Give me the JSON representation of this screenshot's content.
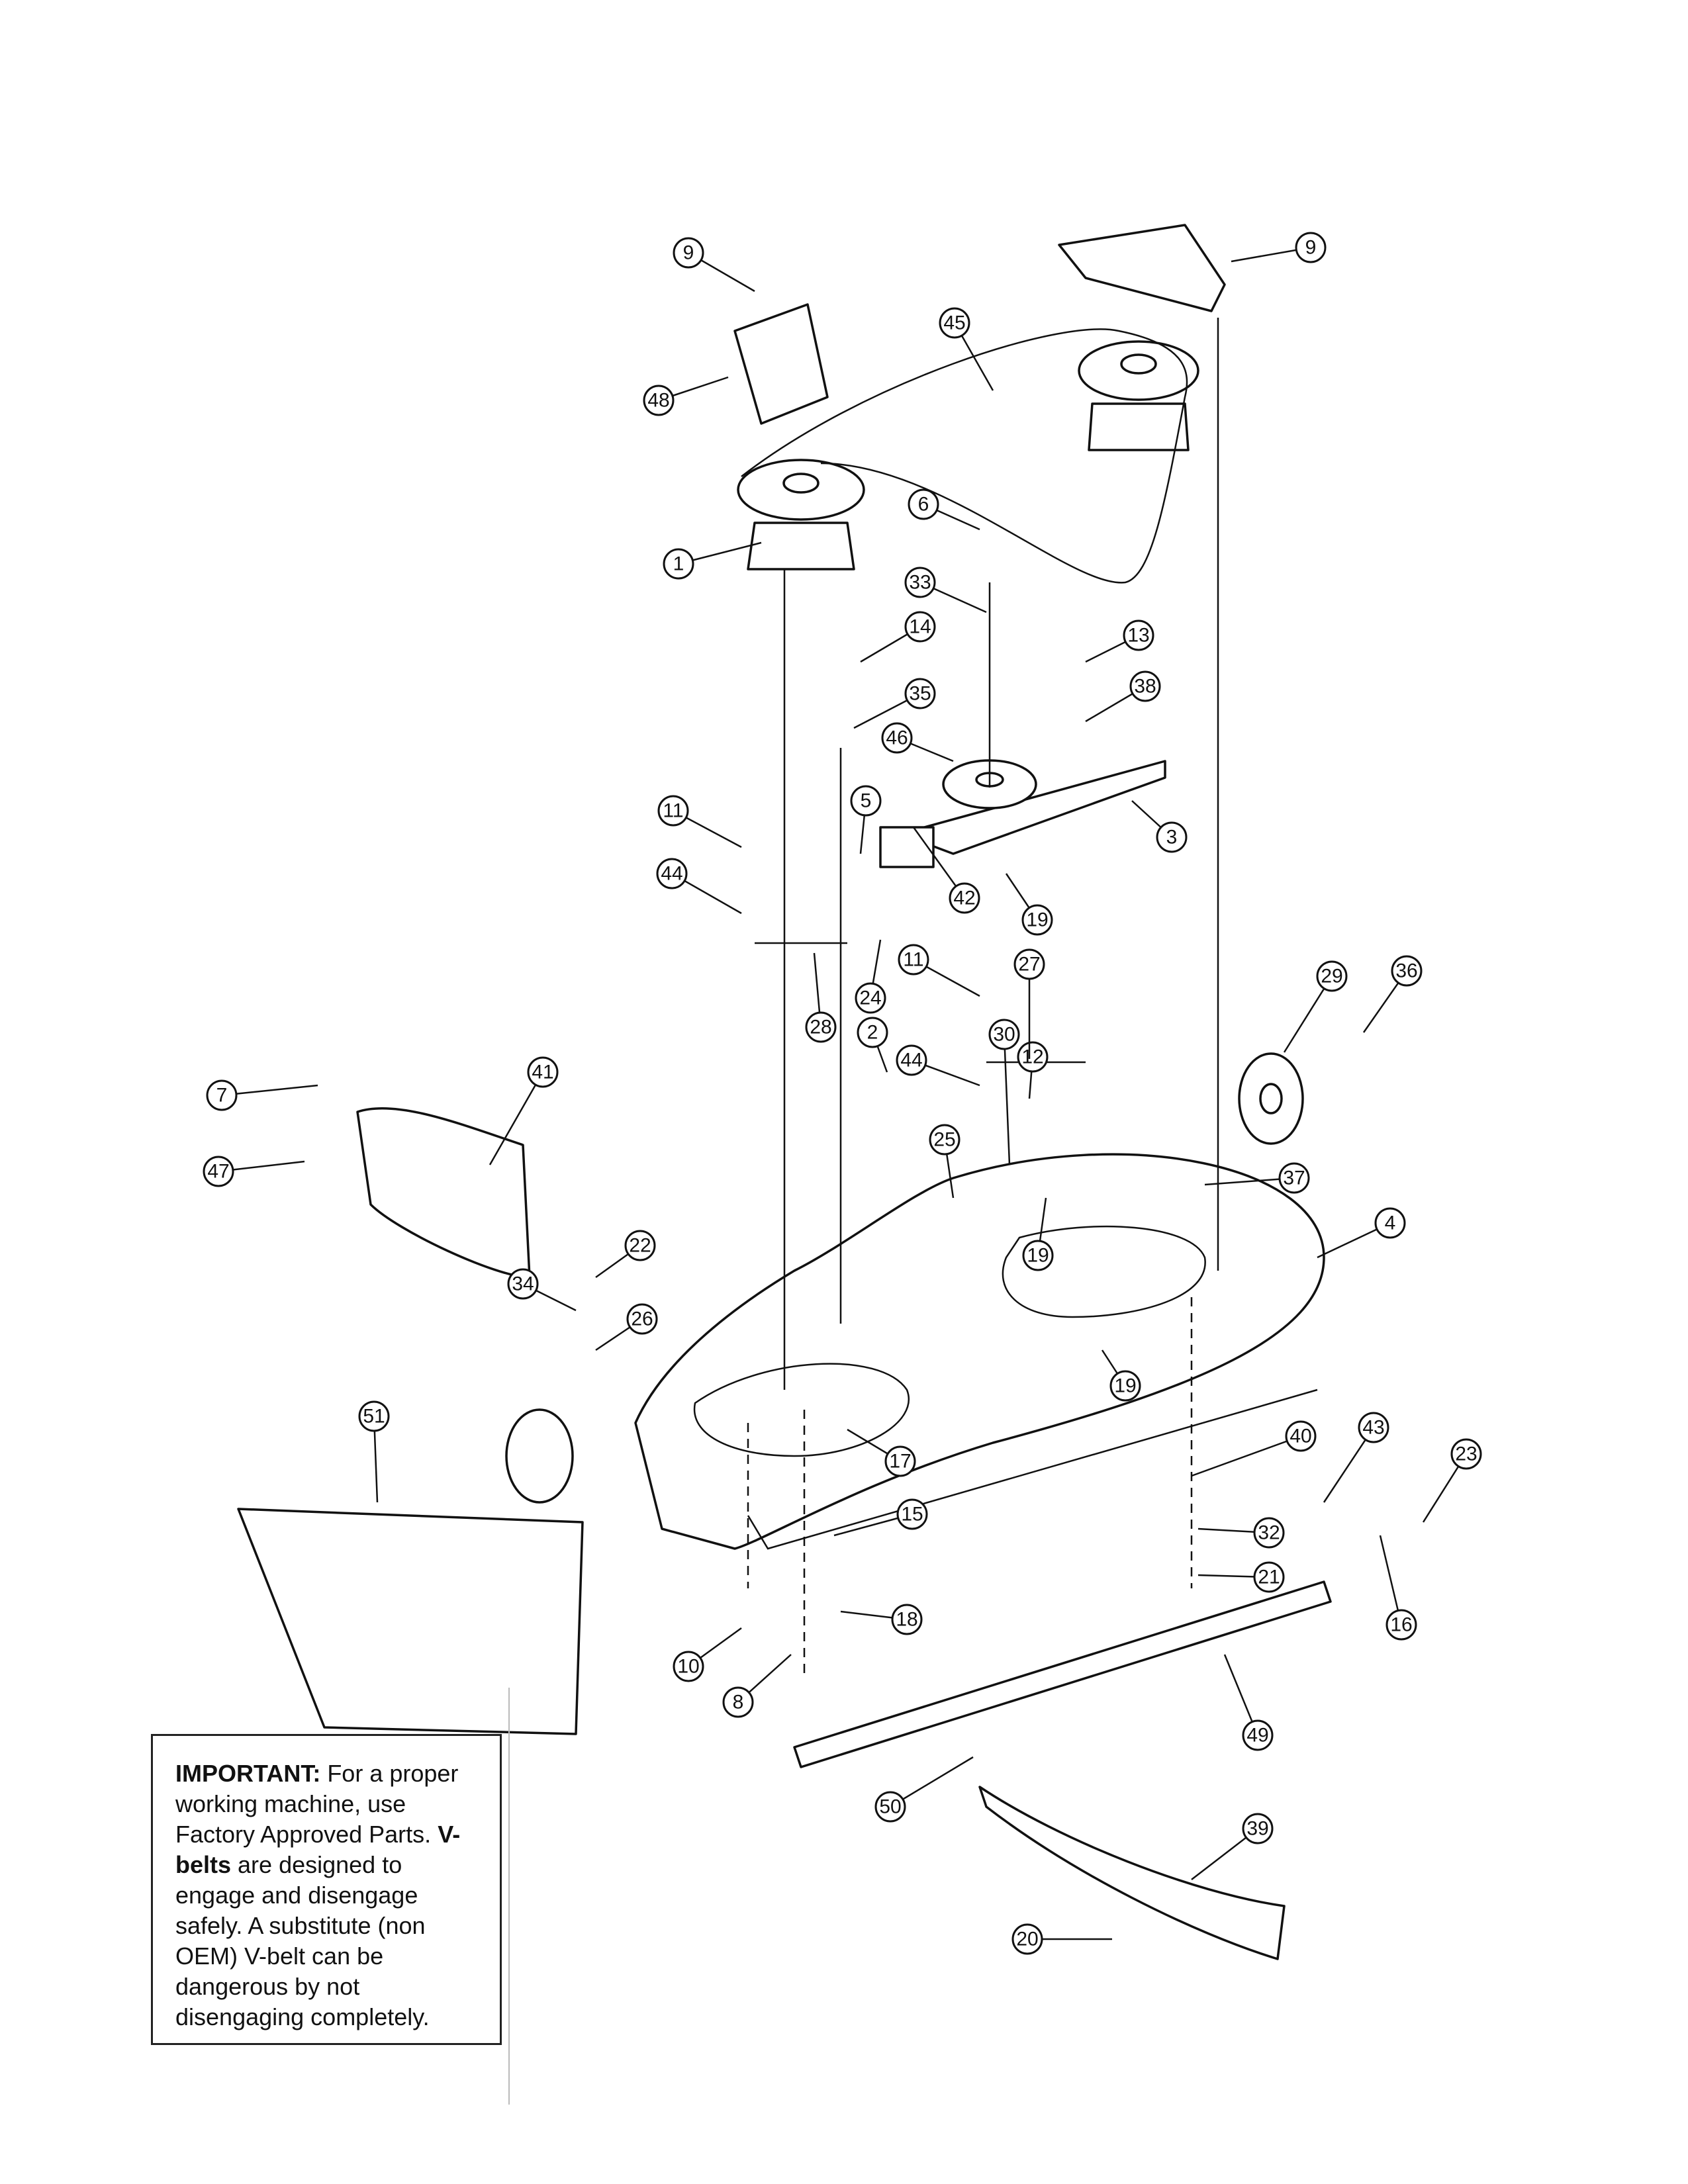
{
  "figure": {
    "callouts": [
      "1",
      "2",
      "3",
      "4",
      "5",
      "6",
      "7",
      "8",
      "9",
      "9",
      "10",
      "11",
      "11",
      "12",
      "13",
      "14",
      "15",
      "16",
      "17",
      "18",
      "19",
      "19",
      "19",
      "20",
      "21",
      "22",
      "23",
      "24",
      "25",
      "26",
      "27",
      "28",
      "29",
      "30",
      "32",
      "33",
      "34",
      "35",
      "36",
      "37",
      "38",
      "39",
      "40",
      "41",
      "42",
      "43",
      "44",
      "44",
      "45",
      "46",
      "47",
      "48",
      "49",
      "50",
      "51"
    ]
  },
  "notice": {
    "important_label": "IMPORTANT:",
    "important_text": " For a proper working machine, use Factory Approved Parts. ",
    "vbelts_label": "V-belts",
    "vbelts_text": " are designed to engage and disengage safely. A substitute (non OEM) V-belt can be dangerous by not disengaging completely."
  }
}
